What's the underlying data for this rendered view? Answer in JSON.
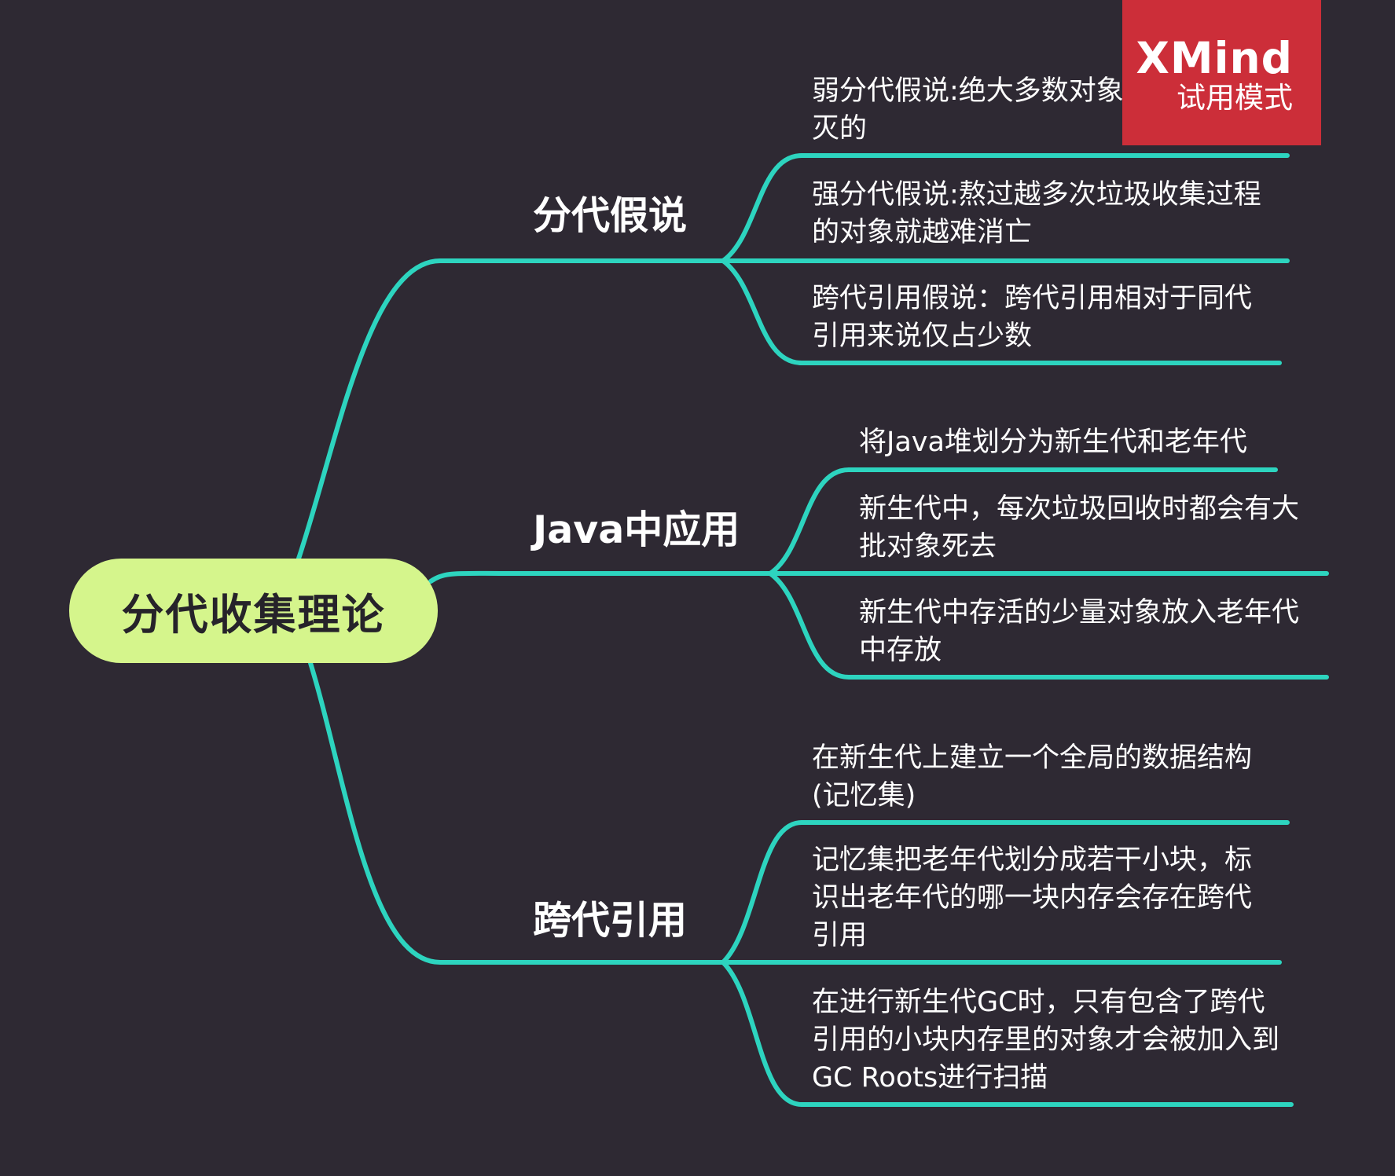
{
  "root": {
    "label": "分代收集理论"
  },
  "branches": [
    {
      "label": "分代假说",
      "children": [
        {
          "text": "弱分代假说:绝大多数对象都是朝生夕灭的"
        },
        {
          "text": "强分代假说:熬过越多次垃圾收集过程的对象就越难消亡"
        },
        {
          "text": "跨代引用假说：跨代引用相对于同代引用来说仅占少数"
        }
      ]
    },
    {
      "label": "Java中应用",
      "children": [
        {
          "text": "将Java堆划分为新生代和老年代"
        },
        {
          "text": "新生代中，每次垃圾回收时都会有大批对象死去"
        },
        {
          "text": "新生代中存活的少量对象放入老年代中存放"
        }
      ]
    },
    {
      "label": "跨代引用",
      "children": [
        {
          "text": "在新生代上建立一个全局的数据结构(记忆集)"
        },
        {
          "text": "记忆集把老年代划分成若干小块，标识出老年代的哪一块内存会存在跨代引用"
        },
        {
          "text": "在进行新生代GC时，只有包含了跨代引用的小块内存里的对象才会被加入到GC Roots进行扫描"
        }
      ]
    }
  ],
  "watermark": {
    "logo": "XMind",
    "mode": "试用模式"
  },
  "colors": {
    "background": "#2e2933",
    "connector": "#2dd4bf",
    "root_fill": "#d5f58c",
    "root_text": "#26232a",
    "text": "#ffffff",
    "watermark": "#cc2e39"
  }
}
